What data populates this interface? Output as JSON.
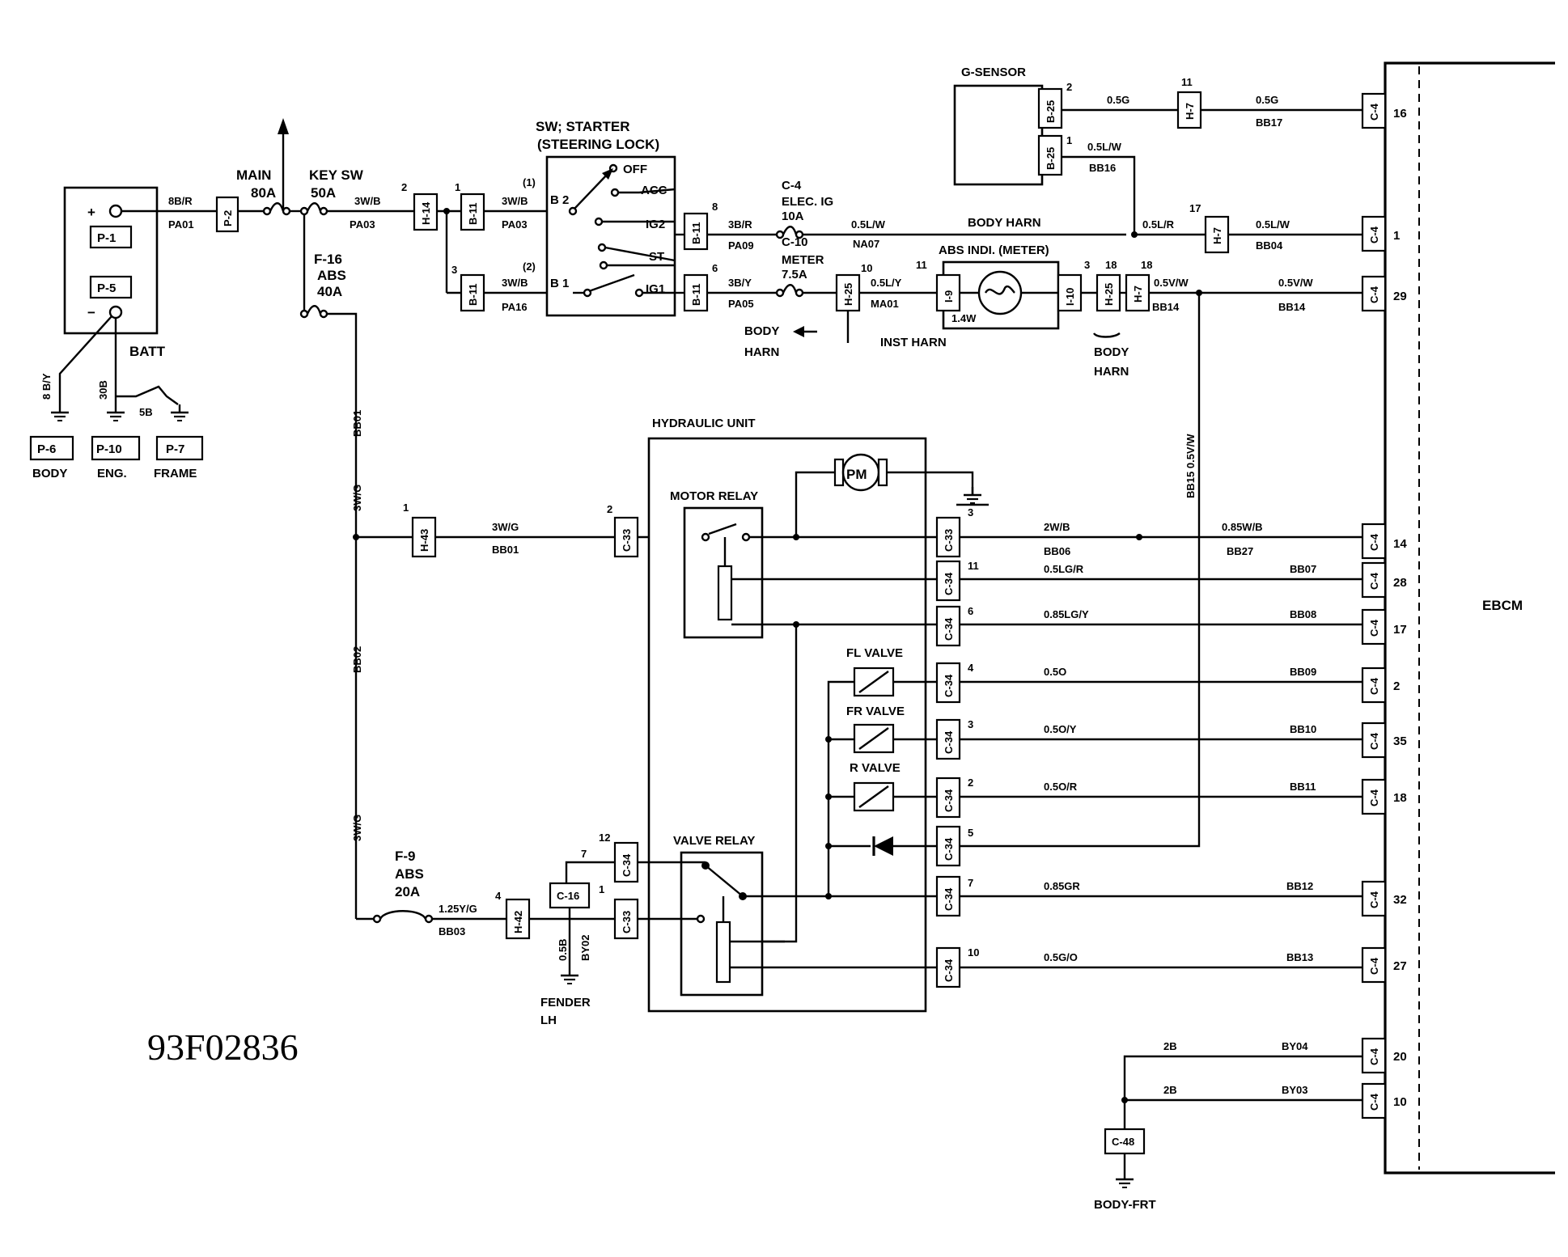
{
  "diagram_id": "93F02836",
  "labels": {
    "batt": "BATT",
    "plus": "+",
    "minus": "−",
    "ebcm": "EBCM",
    "hydraulic_unit": "HYDRAULIC UNIT",
    "motor_relay": "MOTOR RELAY",
    "valve_relay": "VALVE RELAY",
    "fl_valve": "FL VALVE",
    "fr_valve": "FR VALVE",
    "r_valve": "R VALVE",
    "pm": "PM",
    "g_sensor": "G-SENSOR",
    "abs_indi": "ABS INDI. (METER)",
    "lamp_w": "1.4W",
    "inst_harn": "INST HARN",
    "body_harn_top": "BODY HARN",
    "body": "BODY",
    "harn": "HARN",
    "starter_sw_1": "SW; STARTER",
    "starter_sw_2": "(STEERING LOCK)",
    "sw_off": "OFF",
    "sw_acc": "ACC",
    "sw_ig2": "IG2",
    "sw_st": "ST",
    "sw_ig1": "IG1",
    "sw_b2": "B 2",
    "sw_b1": "B 1",
    "sw_pos1": "(1)",
    "sw_pos2": "(2)",
    "main_fuse": "MAIN",
    "main_amp": "80A",
    "key_sw": "KEY SW",
    "key_amp": "50A",
    "f16": "F-16",
    "f16_abs": "ABS",
    "f16_amp": "40A",
    "f9": "F-9",
    "f9_abs": "ABS",
    "f9_amp": "20A",
    "c4_fuse": "C-4",
    "elec_ig": "ELEC. IG",
    "elec_amp": "10A",
    "c10_fuse": "C-10",
    "meter_fuse": "METER",
    "meter_amp": "7.5A",
    "gnd_body": "BODY",
    "gnd_eng": "ENG.",
    "gnd_frame": "FRAME",
    "fender_1": "FENDER",
    "fender_2": "LH",
    "body_frt": "BODY-FRT"
  },
  "connectors": {
    "p1": "P-1",
    "p5": "P-5",
    "p6": "P-6",
    "p10": "P-10",
    "p7": "P-7",
    "p2": "P-2",
    "h14": "H-14",
    "b11": "B-11",
    "b25": "B-25",
    "h7": "H-7",
    "c4": "C-4",
    "h25": "H-25",
    "i9": "I-9",
    "i10": "I-10",
    "h43": "H-43",
    "c33": "C-33",
    "c34": "C-34",
    "h42": "H-42",
    "c16": "C-16",
    "c48": "C-48"
  },
  "pins": {
    "p1": "1",
    "p2": "2",
    "p3": "3",
    "p4": "4",
    "p5": "5",
    "p6": "6",
    "p7": "7",
    "p8": "8",
    "p10": "10",
    "p11": "11",
    "p12": "12",
    "p14": "14",
    "p16": "16",
    "p17": "17",
    "p18": "18",
    "p20": "20",
    "p27": "27",
    "p28": "28",
    "p29": "29",
    "p32": "32",
    "p35": "35"
  },
  "wires": {
    "w_8br": "8B/R",
    "w_pa01": "PA01",
    "w_3wb": "3W/B",
    "w_pa03": "PA03",
    "w_pa16": "PA16",
    "w_3br": "3B/R",
    "w_pa09": "PA09",
    "w_3by": "3B/Y",
    "w_pa05": "PA05",
    "w_05lw": "0.5L/W",
    "w_na07": "NA07",
    "w_05ly": "0.5L/Y",
    "w_ma01": "MA01",
    "w_05vw": "0.5V/W",
    "w_bb14": "BB14",
    "w_05g": "0.5G",
    "w_bb17": "BB17",
    "w_bb16": "BB16",
    "w_05lr": "0.5L/R",
    "w_bb04": "BB04",
    "w_bb15v": "BB15 0.5V/W",
    "w_8by": "8 B/Y",
    "w_30b": "30B",
    "w_5b": "5B",
    "w_bb01": "BB01",
    "w_3wg": "3W/G",
    "w_bb02": "BB02",
    "w_125yg": "1.25Y/G",
    "w_bb03": "BB03",
    "w_2wb": "2W/B",
    "w_bb06": "BB06",
    "w_085wb": "0.85W/B",
    "w_bb27": "BB27",
    "w_05lgr": "0.5LG/R",
    "w_bb07": "BB07",
    "w_085lgy": "0.85LG/Y",
    "w_bb08": "BB08",
    "w_05o": "0.5O",
    "w_bb09": "BB09",
    "w_05oy": "0.5O/Y",
    "w_bb10": "BB10",
    "w_05or": "0.5O/R",
    "w_bb11": "BB11",
    "w_085gr": "0.85GR",
    "w_bb12": "BB12",
    "w_05go": "0.5G/O",
    "w_bb13": "BB13",
    "w_05b": "0.5B",
    "w_by02": "BY02",
    "w_2b": "2B",
    "w_by04": "BY04",
    "w_by03": "BY03"
  }
}
